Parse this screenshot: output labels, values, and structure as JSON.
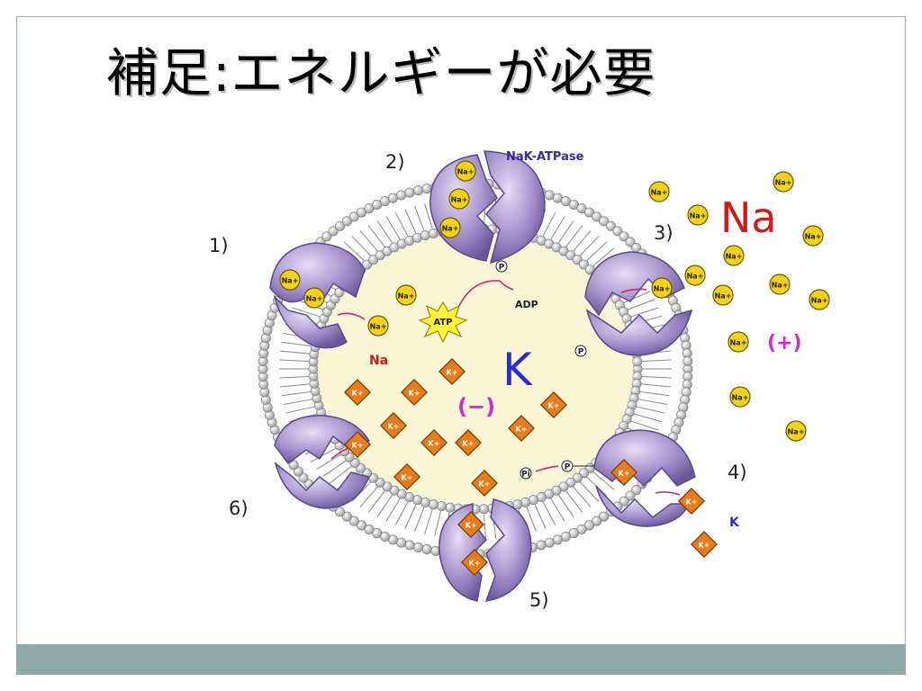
{
  "slide": {
    "title": "補足:エネルギーが必要"
  },
  "diagram": {
    "enzyme_label": "NaK-ATPase",
    "steps": [
      "1)",
      "2)",
      "3)",
      "4)",
      "5)",
      "6)"
    ],
    "ion_na_label": "Na",
    "ion_k_label": "K",
    "na_big": "Na",
    "k_big": "K",
    "charge_inside": "(−)",
    "charge_outside": "(+)",
    "atp": "ATP",
    "adp": "ADP",
    "phosphate": "P",
    "phosphate_i": "Pi",
    "na_ion": "Na+",
    "k_ion": "K+"
  },
  "colors": {
    "membrane_head": "#d7d7d7",
    "cell_interior": "#fbf6d6",
    "protein": "#9d88c4",
    "na_ion": "#f4d21a",
    "k_ion": "#e67d1c",
    "na_label": "#d11a1a",
    "k_label": "#2b2bd6",
    "charge": "#d12ad1",
    "footer": "#8faaaa"
  }
}
